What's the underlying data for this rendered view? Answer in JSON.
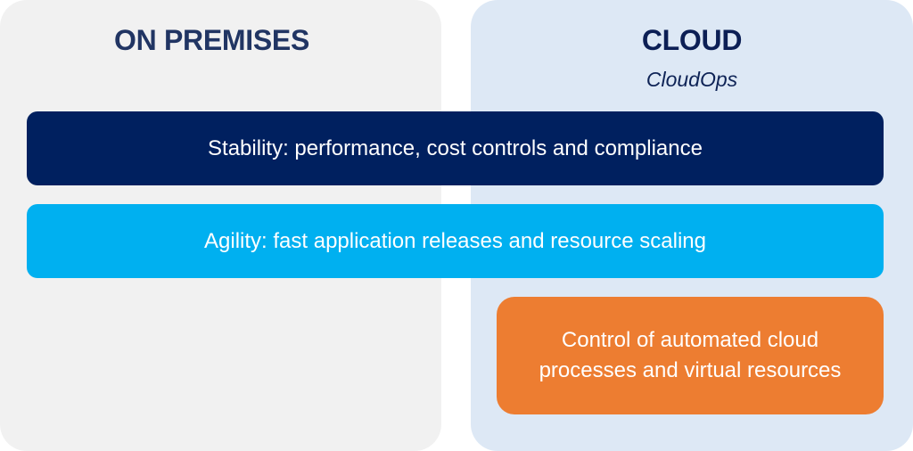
{
  "colors": {
    "on_premises_panel": "#f1f1f1",
    "cloud_panel": "#dde8f5",
    "stability_bar": "#00205f",
    "agility_bar": "#00b0f0",
    "control_box": "#ed7d31",
    "heading_text": "#1d2f5e"
  },
  "on_premises": {
    "title": "ON PREMISES"
  },
  "cloud": {
    "title": "CLOUD",
    "subtitle": "CloudOps"
  },
  "bars": [
    {
      "label": "Stability: performance, cost controls and compliance"
    },
    {
      "label": "Agility: fast application releases and resource scaling"
    }
  ],
  "cloud_box": {
    "line1": "Control of automated cloud",
    "line2": "processes and virtual resources"
  }
}
